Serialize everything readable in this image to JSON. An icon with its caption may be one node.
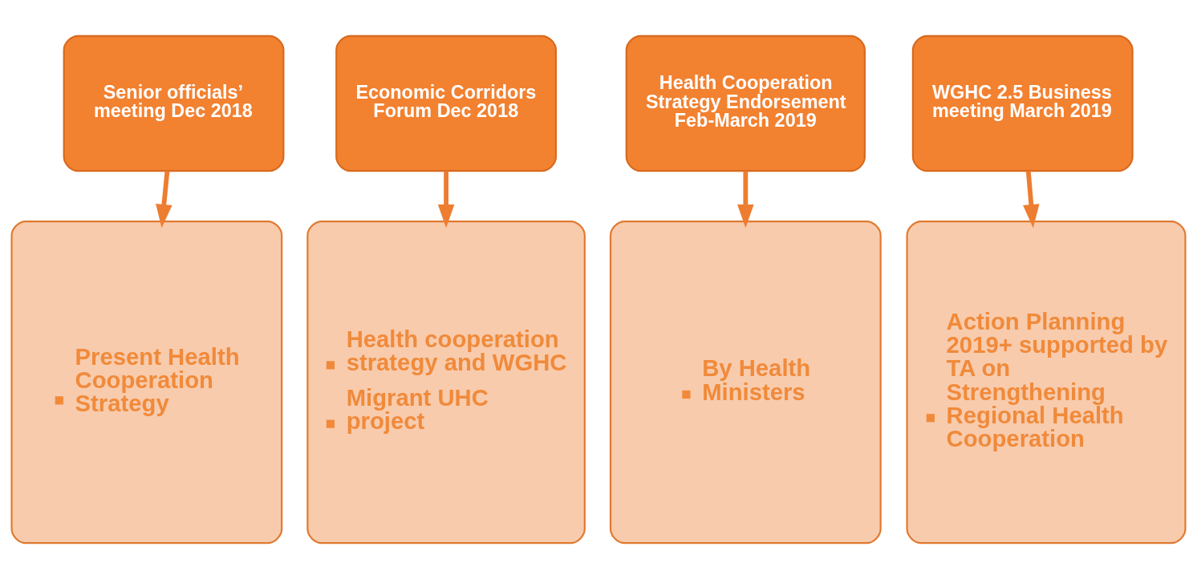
{
  "diagram": {
    "nodes": [
      {
        "text": [
          "Senior officials’ meeting Dec 2018"
        ]
      },
      {
        "text": [
          "Economic Corridors Forum Dec 2018"
        ]
      },
      {
        "text": [
          "Health Cooperation Strategy Endorsement Feb-March 2019"
        ]
      },
      {
        "text": [
          "WGHC 2.5 Business meeting March 2019"
        ]
      },
      {
        "text": [
          "Present Health Cooperation Strategy"
        ]
      },
      {
        "text": [
          "Health cooperation strategy and WGHC",
          "Migrant UHC project"
        ]
      },
      {
        "text": [
          "By Health Ministers"
        ]
      },
      {
        "text": [
          "Action Planning 2019+ supported by TA on Strengthening Regional Health Cooperation"
        ]
      }
    ],
    "edges": [
      {
        "from": 0,
        "to": 4,
        "arrow": "to"
      },
      {
        "from": 1,
        "to": 5,
        "arrow": "to"
      },
      {
        "from": 2,
        "to": 6,
        "arrow": "to"
      },
      {
        "from": 3,
        "to": 7,
        "arrow": "to"
      }
    ]
  }
}
